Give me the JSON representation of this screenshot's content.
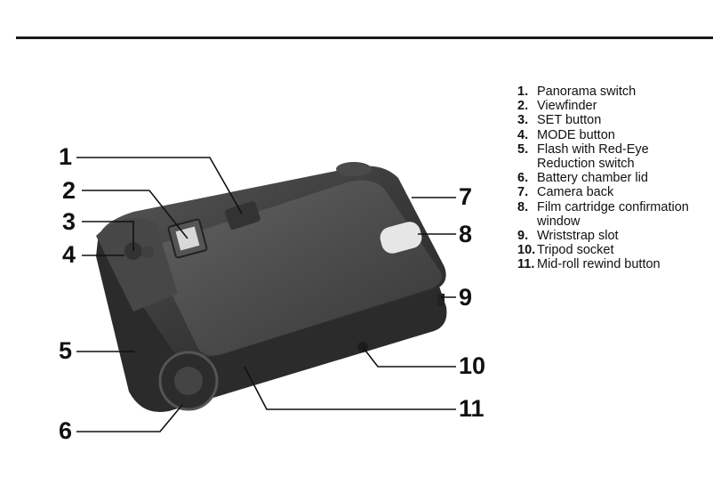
{
  "diagram": {
    "callouts": [
      "1",
      "2",
      "3",
      "4",
      "5",
      "6",
      "7",
      "8",
      "9",
      "10",
      "11"
    ]
  },
  "legend": [
    {
      "num": "1.",
      "text": "Panorama switch"
    },
    {
      "num": "2.",
      "text": "Viewfinder"
    },
    {
      "num": "3.",
      "text": "SET button"
    },
    {
      "num": "4.",
      "text": "MODE button"
    },
    {
      "num": "5.",
      "text": "Flash with Red-Eye Reduction switch"
    },
    {
      "num": "6.",
      "text": "Battery chamber lid"
    },
    {
      "num": "7.",
      "text": "Camera back"
    },
    {
      "num": "8.",
      "text": "Film cartridge confirmation window"
    },
    {
      "num": "9.",
      "text": "Wriststrap slot"
    },
    {
      "num": "10.",
      "text": "Tripod socket"
    },
    {
      "num": "11.",
      "text": "Mid-roll rewind button"
    }
  ]
}
